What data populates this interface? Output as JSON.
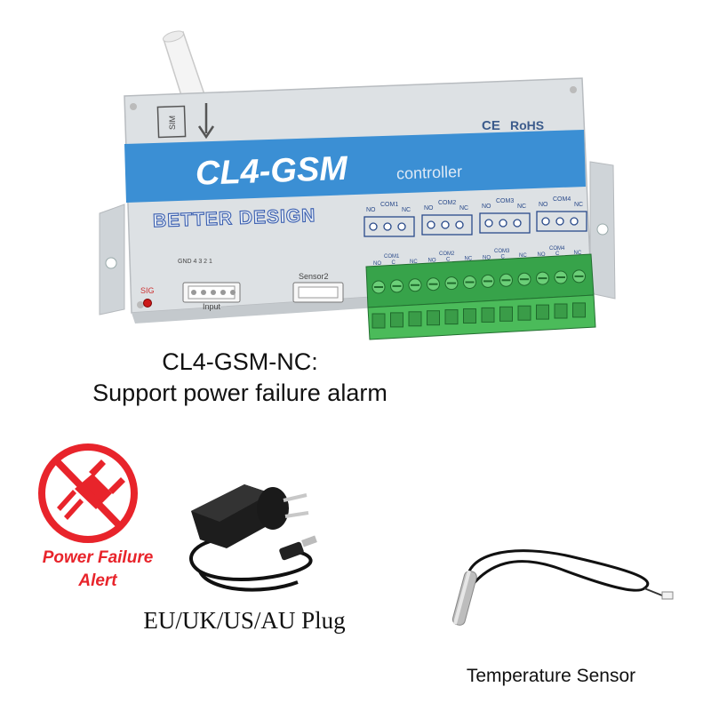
{
  "device": {
    "sim_label": "SIM",
    "certifications": "CE RoHS",
    "ce_mark": "CE",
    "rohs_mark": "RoHS",
    "model": "CL4-GSM",
    "controller_word": "controller",
    "brand_line": "BETTER DESIGN",
    "com_labels": [
      "COM1",
      "COM2",
      "COM3",
      "COM4"
    ],
    "contact_no": "NO",
    "contact_c": "C",
    "contact_nc": "NC",
    "input_pins": "GND 4 3 2 1",
    "input_label": "Input",
    "sensor_port_label": "Sensor2",
    "sig_label": "SIG",
    "colors": {
      "housing": "#dfe3e6",
      "band": "#3b8fd4",
      "terminal": "#3fae50",
      "led": "#cc1a1a"
    }
  },
  "captions": {
    "model_variant": "CL4-GSM-NC:",
    "feature": "Support power failure alarm"
  },
  "alert": {
    "line1": "Power Failure",
    "line2": "Alert",
    "icon": "unplugged-prohibited-icon",
    "color": "#e8242b"
  },
  "adapter": {
    "label": "EU/UK/US/AU Plug"
  },
  "sensor": {
    "label": "Temperature Sensor"
  }
}
